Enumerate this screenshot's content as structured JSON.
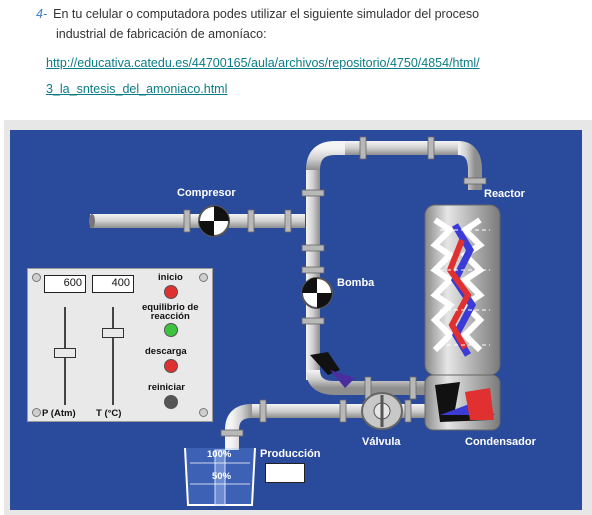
{
  "instructions": {
    "number": "4-",
    "line1": "En tu celular o computadora podes utilizar el siguiente simulador del proceso",
    "line2": "industrial de fabricación de amoníaco:"
  },
  "link": {
    "part1": "http://educativa.catedu.es/44700165/aula/archivos/repositorio/4750/4854/html/",
    "part2": "3_la_sntesis_del_amoniaco.html"
  },
  "simulator": {
    "labels": {
      "compresor": "Compresor",
      "reactor": "Reactor",
      "bomba": "Bomba",
      "valvula": "Válvula",
      "condensador": "Condensador",
      "produccion": "Producción"
    },
    "controls": {
      "pressure_value": "600",
      "temperature_value": "400",
      "pressure_label": "P (Atm)",
      "temperature_label": "T (°C)",
      "inicio": "inicio",
      "equilibrio_line1": "equilibrio de",
      "equilibrio_line2": "reacción",
      "descarga": "descarga",
      "reiniciar": "reiniciar"
    },
    "beaker": {
      "mark_100": "100%",
      "mark_50": "50%"
    },
    "production_value": "",
    "colors": {
      "background": "#2a4a9c",
      "pipe": "#d4d4d4",
      "button_inicio": "#e03030",
      "button_equilibrio": "#3cc23c",
      "button_descarga": "#e03030",
      "button_reiniciar": "#555555"
    }
  }
}
